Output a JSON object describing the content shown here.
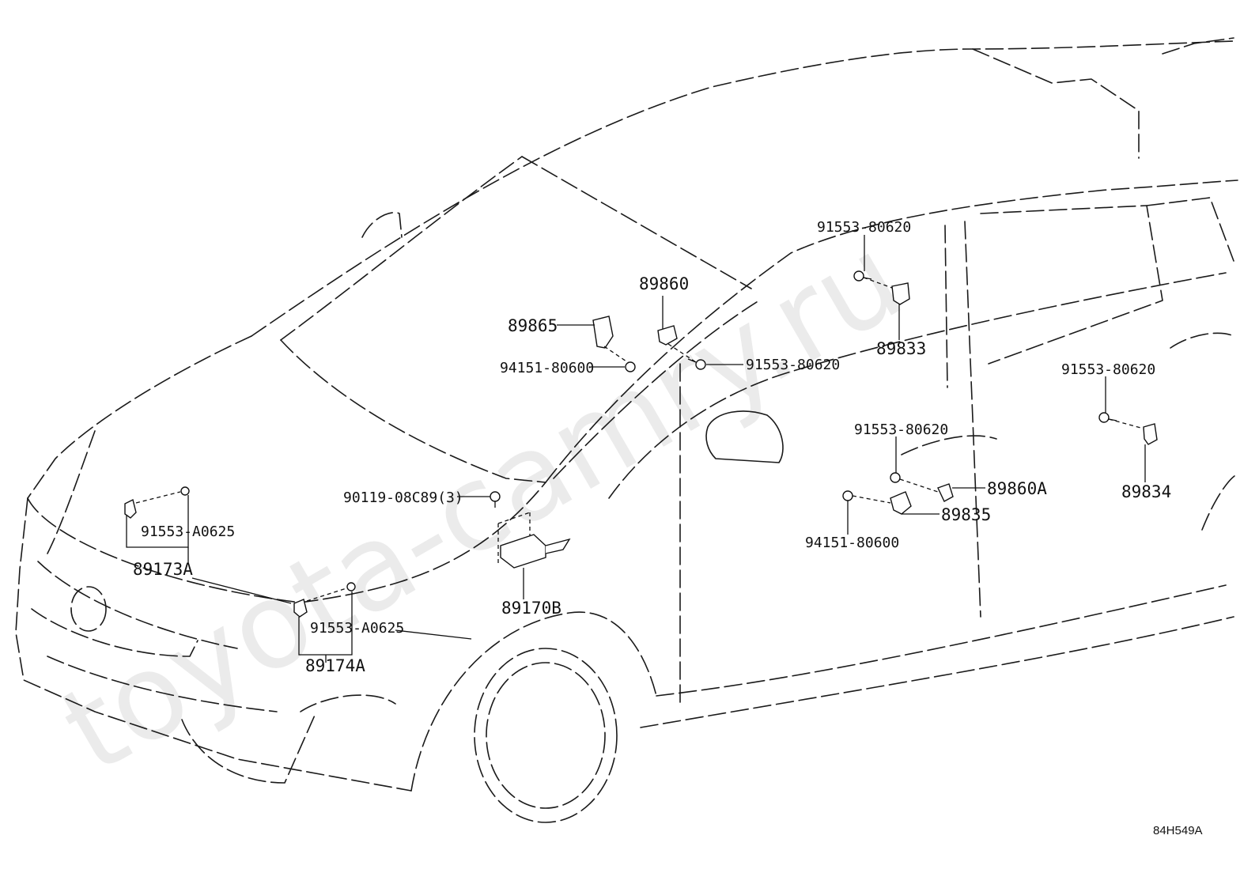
{
  "watermark": "toyota-camry.ru",
  "diagram_code": "84H549A",
  "labels": {
    "p91553_80620_a": "91553-80620",
    "p89860": "89860",
    "p89865": "89865",
    "p94151_80600_a": "94151-80600",
    "p91553_80620_b": "91553-80620",
    "p89833": "89833",
    "p91553_80620_c": "91553-80620",
    "p91553_80620_d": "91553-80620",
    "p89860A": "89860A",
    "p89834": "89834",
    "p89835": "89835",
    "p94151_80600_b": "94151-80600",
    "p90119": "90119-08C89(3)",
    "p91553_A0625_a": "91553-A0625",
    "p89173A": "89173A",
    "p89170B": "89170B",
    "p91553_A0625_b": "91553-A0625",
    "p89174A": "89174A"
  }
}
